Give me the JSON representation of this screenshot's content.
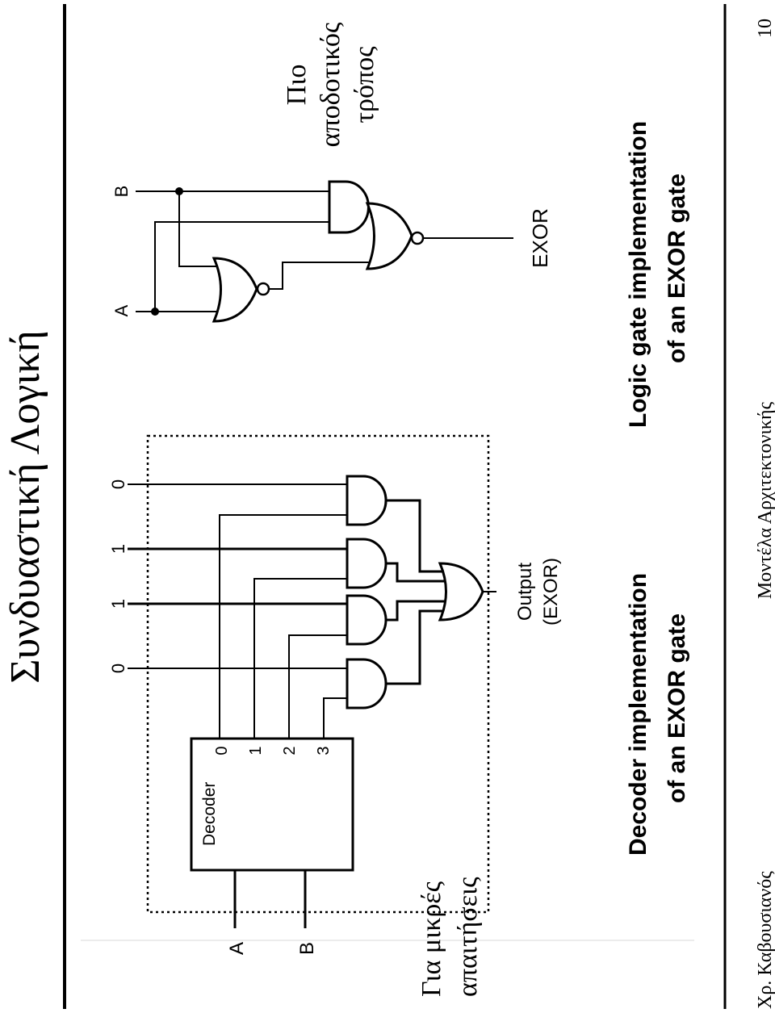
{
  "slide": {
    "title": "Συνδυαστική Λογική",
    "author": "Χρ. Καβουσιανός",
    "course": "Μοντέλα Αρχιτεκτονικής",
    "page_number": "10"
  },
  "decoder_diagram": {
    "inputs": [
      "A",
      "B"
    ],
    "block_label": "Decoder",
    "output_indices": [
      "0",
      "1",
      "2",
      "3"
    ],
    "truth_values": [
      "0",
      "1",
      "1",
      "0"
    ],
    "output_label_line1": "Output",
    "output_label_line2": "(EXOR)",
    "caption_line1": "Decoder implementation",
    "caption_line2": "of an EXOR gate",
    "note_line1": "Για μικρές",
    "note_line2": "απαιτήσεις"
  },
  "gate_diagram": {
    "inputs": [
      "A",
      "B"
    ],
    "output_label": "EXOR",
    "caption_line1": "Logic gate implementation",
    "caption_line2": "of an EXOR gate",
    "note_line1": "Πιο",
    "note_line2": "αποδοτικός",
    "note_line3": "τρόπος"
  }
}
